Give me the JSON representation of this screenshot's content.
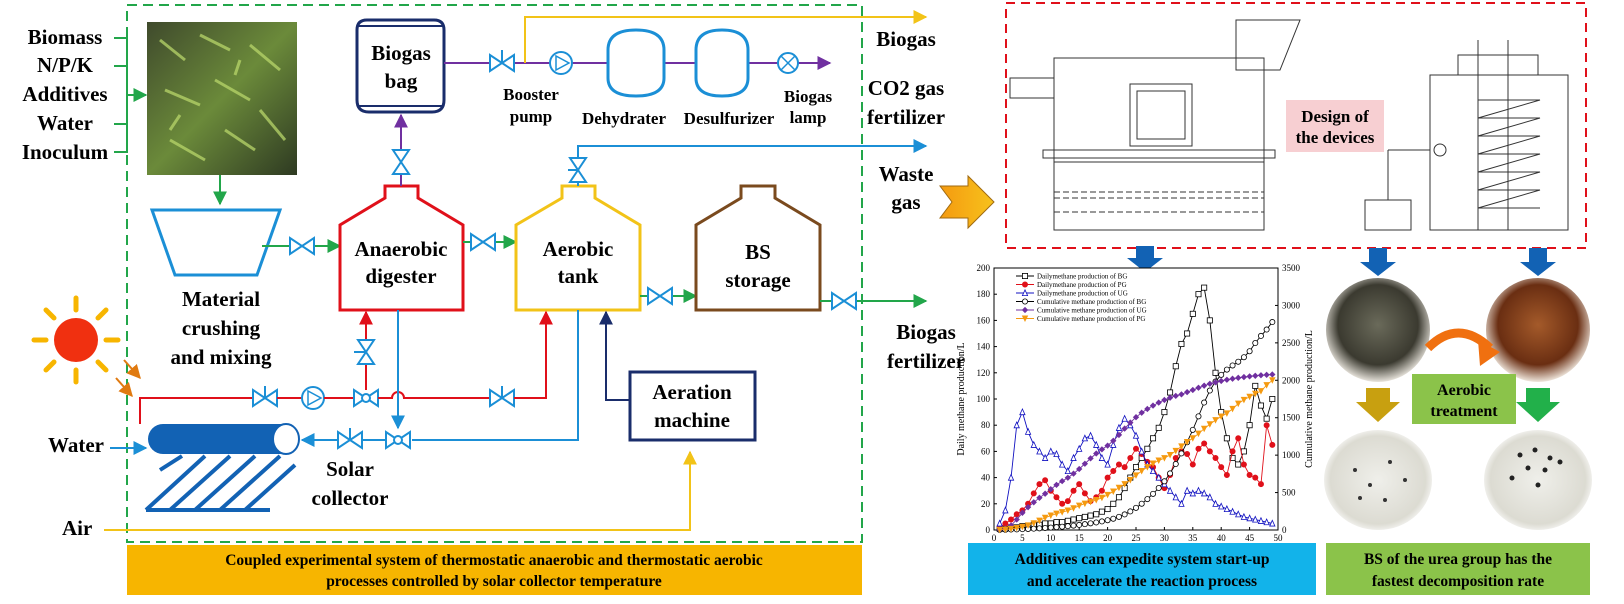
{
  "inputs": [
    "Biomass",
    "N/P/K",
    "Additives",
    "Water",
    "Inoculum"
  ],
  "equipment": {
    "biogas_bag": [
      "Biogas",
      "bag"
    ],
    "booster_pump": [
      "Booster",
      "pump"
    ],
    "dehydrater": "Dehydrater",
    "desulfurizer": "Desulfurizer",
    "biogas_lamp": [
      "Biogas",
      "lamp"
    ],
    "material_crushing": [
      "Material",
      "crushing",
      "and mixing"
    ],
    "anaerobic_digester": [
      "Anaerobic",
      "digester"
    ],
    "aerobic_tank": [
      "Aerobic",
      "tank"
    ],
    "bs_storage": [
      "BS",
      "storage"
    ],
    "aeration_machine": [
      "Aeration",
      "machine"
    ],
    "solar_collector": [
      "Solar",
      "collector"
    ]
  },
  "outputs": {
    "biogas": "Biogas",
    "co2": [
      "CO2 gas",
      "fertilizer"
    ],
    "waste_gas": [
      "Waste",
      "gas"
    ],
    "biogas_fertilizer": [
      "Biogas",
      "fertilizer"
    ]
  },
  "side_inputs": {
    "water": "Water",
    "air": "Air"
  },
  "captions": {
    "left": [
      "Coupled experimental system of thermostatic anaerobic and thermostatic aerobic",
      "processes controlled by solar collector temperature"
    ],
    "middle": [
      "Additives can expedite system start-up",
      "and accelerate the reaction process"
    ],
    "right": [
      "BS of the urea group has the",
      "fastest decomposition rate"
    ]
  },
  "design_label": [
    "Design of",
    "the devices"
  ],
  "aerobic_treatment": [
    "Aerobic",
    "treatment"
  ],
  "colors": {
    "green": "#22a64a",
    "red": "#e0101a",
    "blue": "#1b8fd6",
    "yellow": "#f2c318",
    "brown": "#7a4a1e",
    "navy": "#1a2d6b",
    "purple": "#7030a0",
    "caption_yellow": "#f7b500",
    "caption_blue": "#12b3ea",
    "caption_green": "#8bc34a",
    "pink": "#f7cfd2"
  },
  "chart_data": {
    "type": "line",
    "xlabel": "",
    "ylabel": "Daily methane production/L",
    "y2label": "Cumulative methane production/L",
    "xlim": [
      0,
      50
    ],
    "ylim": [
      0,
      200
    ],
    "y2lim": [
      0,
      3500
    ],
    "x_ticks": [
      0,
      5,
      10,
      15,
      20,
      25,
      30,
      35,
      40,
      45,
      50
    ],
    "y_ticks": [
      0,
      20,
      40,
      60,
      80,
      100,
      120,
      140,
      160,
      180,
      200
    ],
    "y2_ticks": [
      0,
      500,
      1000,
      1500,
      2000,
      2500,
      3000,
      3500
    ],
    "x": [
      1,
      2,
      3,
      4,
      5,
      6,
      7,
      8,
      9,
      10,
      11,
      12,
      13,
      14,
      15,
      16,
      17,
      18,
      19,
      20,
      21,
      22,
      23,
      24,
      25,
      26,
      27,
      28,
      29,
      30,
      31,
      32,
      33,
      34,
      35,
      36,
      37,
      38,
      39,
      40,
      41,
      42,
      43,
      44,
      45,
      46,
      47,
      48,
      49
    ],
    "series": [
      {
        "name": "Dailymethane production of BG",
        "axis": "left",
        "marker": "square",
        "values": [
          1,
          1,
          2,
          2,
          3,
          3,
          4,
          4,
          5,
          5,
          6,
          6,
          7,
          8,
          9,
          10,
          11,
          12,
          14,
          16,
          20,
          25,
          32,
          40,
          48,
          55,
          62,
          70,
          78,
          90,
          105,
          125,
          142,
          150,
          165,
          180,
          185,
          160,
          120,
          90,
          70,
          55,
          50,
          60,
          80,
          110,
          95,
          85,
          100
        ]
      },
      {
        "name": "Dailymethane production of PG",
        "axis": "left",
        "marker": "circle",
        "values": [
          2,
          5,
          8,
          12,
          15,
          20,
          28,
          35,
          38,
          30,
          25,
          20,
          22,
          30,
          35,
          28,
          22,
          25,
          30,
          40,
          45,
          50,
          48,
          55,
          62,
          58,
          52,
          48,
          40,
          32,
          42,
          55,
          60,
          58,
          50,
          62,
          66,
          60,
          55,
          48,
          42,
          60,
          70,
          50,
          42,
          40,
          35,
          80,
          65
        ]
      },
      {
        "name": "Dailymethane production of UG",
        "axis": "left",
        "marker": "triangle",
        "values": [
          5,
          15,
          40,
          80,
          90,
          75,
          65,
          60,
          55,
          60,
          58,
          50,
          45,
          55,
          62,
          70,
          72,
          65,
          55,
          50,
          65,
          78,
          85,
          80,
          72,
          60,
          50,
          45,
          40,
          35,
          30,
          25,
          20,
          30,
          28,
          30,
          28,
          25,
          20,
          18,
          16,
          14,
          12,
          10,
          9,
          8,
          7,
          6,
          5
        ]
      }
    ],
    "cumulative": [
      {
        "name": "Cumulative methane production of BG",
        "axis": "right",
        "marker": "open-circle",
        "values": [
          2,
          4,
          6,
          8,
          11,
          14,
          18,
          22,
          27,
          32,
          38,
          44,
          51,
          59,
          68,
          78,
          89,
          101,
          115,
          131,
          151,
          176,
          208,
          248,
          296,
          351,
          413,
          483,
          561,
          651,
          756,
          881,
          1023,
          1173,
          1338,
          1518,
          1703,
          1863,
          1983,
          2073,
          2143,
          2198,
          2248,
          2308,
          2388,
          2498,
          2593,
          2678,
          2778
        ]
      },
      {
        "name": "Cumulative methane production of UG",
        "axis": "right",
        "marker": "diamond",
        "values": [
          5,
          20,
          60,
          140,
          230,
          305,
          370,
          430,
          485,
          545,
          603,
          653,
          698,
          753,
          815,
          885,
          957,
          1022,
          1077,
          1127,
          1192,
          1270,
          1355,
          1435,
          1507,
          1567,
          1617,
          1662,
          1702,
          1737,
          1767,
          1792,
          1812,
          1842,
          1870,
          1900,
          1928,
          1953,
          1973,
          1991,
          2007,
          2021,
          2033,
          2043,
          2052,
          2060,
          2067,
          2073,
          2078
        ]
      },
      {
        "name": "Cumulative methane production of PG",
        "axis": "right",
        "marker": "down-triangle",
        "values": [
          2,
          7,
          15,
          27,
          42,
          62,
          90,
          125,
          163,
          193,
          218,
          238,
          260,
          290,
          325,
          353,
          375,
          400,
          430,
          470,
          515,
          565,
          613,
          668,
          730,
          788,
          840,
          888,
          928,
          960,
          1002,
          1057,
          1117,
          1175,
          1225,
          1287,
          1353,
          1413,
          1468,
          1516,
          1558,
          1618,
          1688,
          1738,
          1780,
          1820,
          1855,
          1935,
          2000
        ]
      }
    ]
  }
}
